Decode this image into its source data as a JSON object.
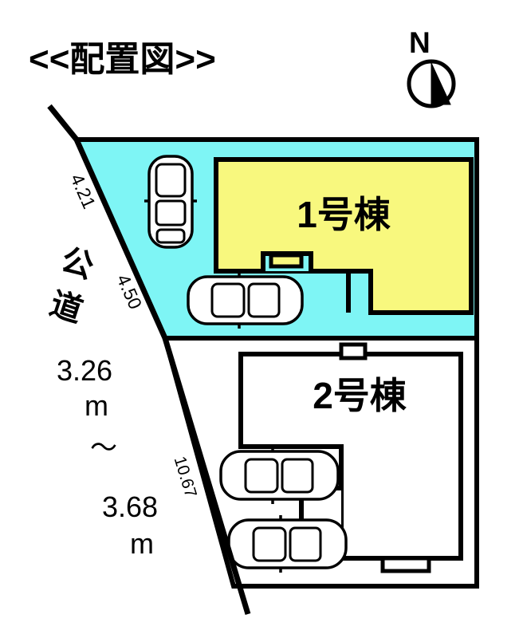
{
  "figure": {
    "title": "<<配置図>>",
    "title_plain": "配置図",
    "kind": "site-plan"
  },
  "compass": {
    "label": "N",
    "points_to": "up"
  },
  "road": {
    "name_label": "公道",
    "width_from": "3.26",
    "width_to": "3.68",
    "unit": "m",
    "range_separator": "～",
    "width_line_1": "3.26",
    "width_line_2": "m",
    "width_line_3": "～",
    "width_line_4": "3.68",
    "width_line_5": "m"
  },
  "boundary_dimensions": [
    {
      "id": "upper-frontage",
      "value": "4.21"
    },
    {
      "id": "mid-frontage",
      "value": "4.50"
    },
    {
      "id": "lower-frontage",
      "value": "10.67"
    }
  ],
  "lots": [
    {
      "id": "lot-1",
      "building_label": "1号棟",
      "fill": "#7ef5f5",
      "building_fill": "#f8f87e",
      "parking_spaces": 2
    },
    {
      "id": "lot-2",
      "building_label": "2号棟",
      "fill": "#ffffff",
      "building_fill": "#ffffff",
      "parking_spaces": 2
    }
  ],
  "colors": {
    "lot1_fill": "#7ef5f5",
    "building1_fill": "#f8f87e",
    "lot2_fill": "#ffffff",
    "building2_fill": "#ffffff",
    "outline": "#000000",
    "background": "#ffffff"
  },
  "legend_note": ""
}
